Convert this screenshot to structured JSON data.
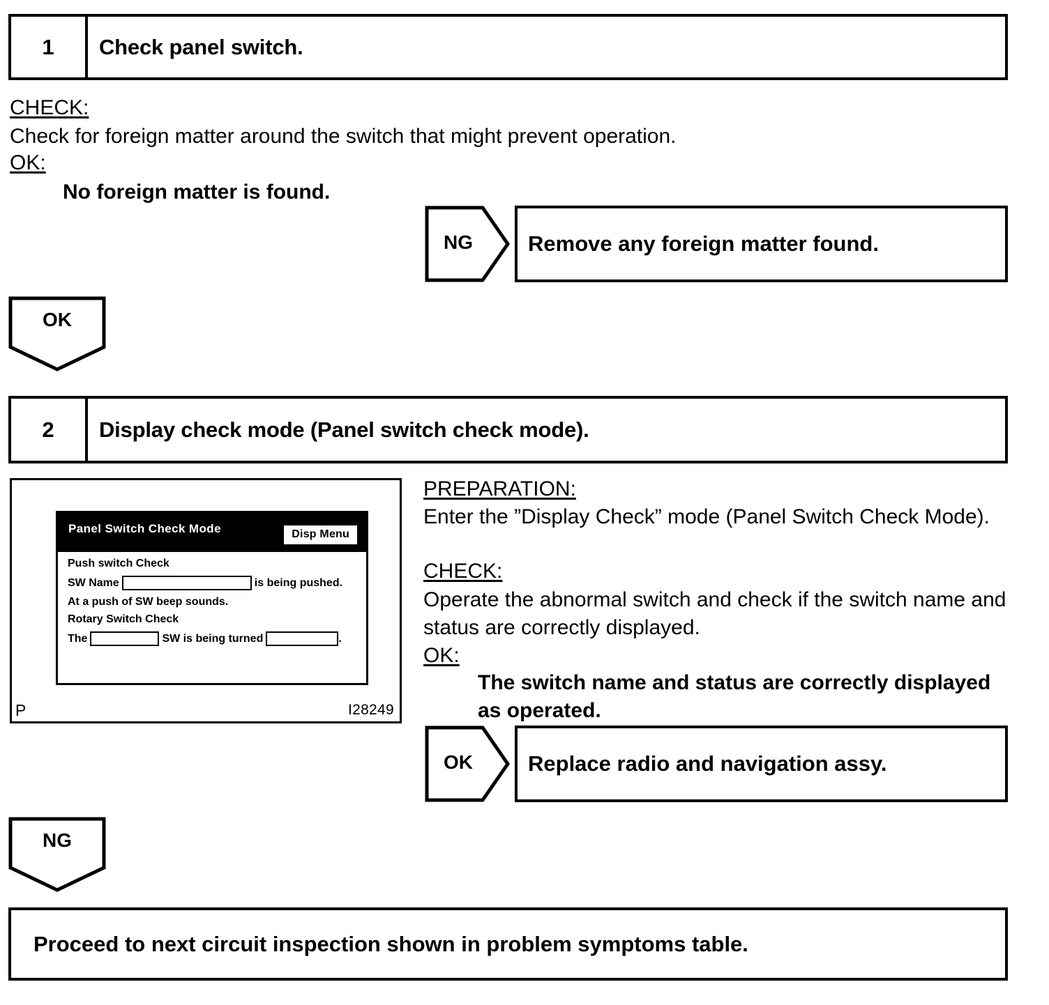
{
  "document": {
    "type": "diagnostic-flowchart",
    "title": "Panel switch inspection procedure"
  },
  "steps": [
    {
      "number": "1",
      "title": "Check panel switch.",
      "sections": [
        {
          "label": "CHECK:",
          "text": "Check for foreign matter around the switch that might prevent operation."
        },
        {
          "label": "OK:",
          "text": "No foreign matter is found."
        }
      ]
    },
    {
      "number": "2",
      "title": "Display check mode (Panel switch check mode).",
      "sections": [
        {
          "label": "PREPARATION:",
          "text": "Enter the ”Display Check” mode (Panel Switch Check Mode)."
        },
        {
          "label": "CHECK:",
          "text": "Operate the abnormal switch and check if the switch name and status are correctly displayed."
        },
        {
          "label": "OK:",
          "text_line1": "The switch name and status are correctly displayed",
          "text_line2": "as operated."
        }
      ]
    }
  ],
  "connectors": {
    "step1_ok_down": "OK",
    "step1_ng_right": "NG",
    "step2_ok_right": "OK",
    "step2_ng_down": "NG"
  },
  "results": {
    "step1_ng_action": "Remove any foreign matter found.",
    "step2_ok_action": "Replace radio and navigation assy.",
    "final_action": "Proceed to next circuit inspection shown in problem symptoms table."
  },
  "illustration": {
    "code_left": "P",
    "code_right": "I28249",
    "nav_screen": {
      "header_title": "Panel Switch Check Mode",
      "disp_menu_label": "Disp Menu",
      "line_push_check": "Push switch Check",
      "line_sw_name_prefix": "SW Name",
      "line_sw_name_suffix": "is being pushed.",
      "line_beep": "At a push of SW beep sounds.",
      "line_rotary_check": "Rotary Switch Check",
      "line_rotary_prefix": "The",
      "line_rotary_middle": "SW is being turned",
      "line_rotary_suffix": "."
    }
  },
  "colors": {
    "ink": "#000000",
    "paper": "#ffffff",
    "screen_header_bg": "#000000",
    "screen_header_fg": "#ffffff"
  }
}
